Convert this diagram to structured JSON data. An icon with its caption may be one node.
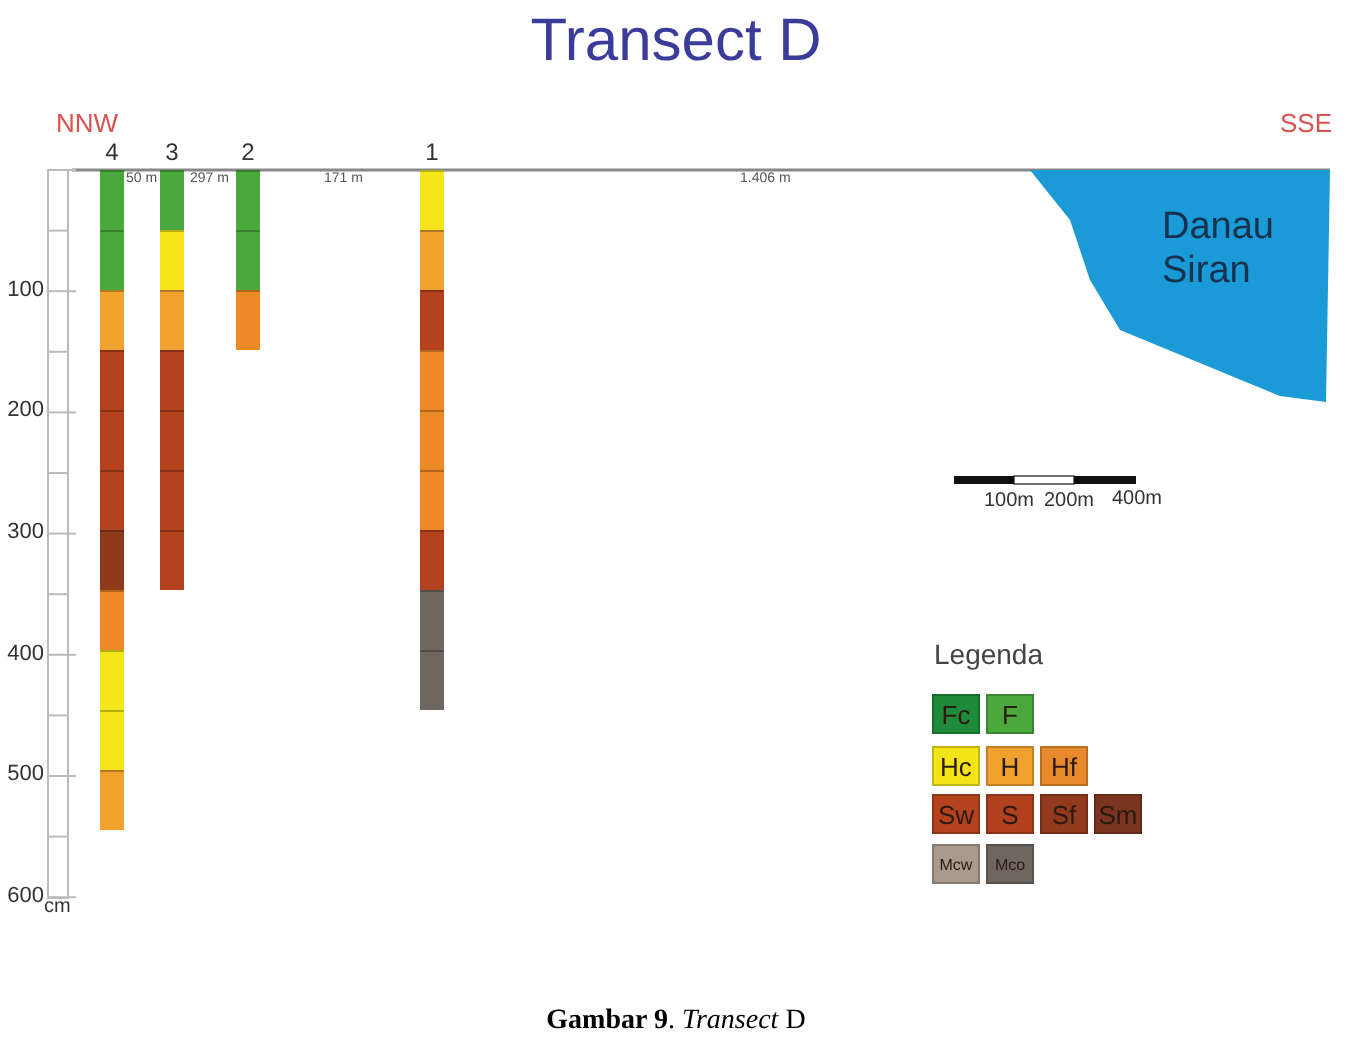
{
  "diagram": {
    "title": "Transect D",
    "caption": "**Gambar 9**. *Transect* D",
    "nodes": [
      {
        "text": [
          "4"
        ]
      },
      {
        "text": [
          "3"
        ]
      },
      {
        "text": [
          "2"
        ]
      },
      {
        "text": [
          "1"
        ]
      },
      {
        "text": [
          "Danau Siran"
        ]
      }
    ],
    "edges": [],
    "labels": [
      "NNW",
      "SSE",
      "50 m",
      "297 m",
      "171 m",
      "1.406 m",
      "100",
      "200",
      "300",
      "400",
      "500",
      "600",
      "cm",
      "100m",
      "200m",
      "400m",
      "Legenda"
    ],
    "legend": [
      {
        "text": "Fc",
        "color": "#1f8a3a"
      },
      {
        "text": "F",
        "color": "#4aa83c"
      },
      {
        "text": "Hc",
        "color": "#f2e419"
      },
      {
        "text": "H",
        "color": "#f0a12e"
      },
      {
        "text": "Hf",
        "color": "#e88a2c"
      },
      {
        "text": "Sw",
        "color": "#b5421f"
      },
      {
        "text": "S",
        "color": "#b0401e"
      },
      {
        "text": "Sf",
        "color": "#923a1e"
      },
      {
        "text": "Sm",
        "color": "#7a3420"
      },
      {
        "text": "Mcw",
        "color": "#a89a8e"
      },
      {
        "text": "Mco",
        "color": "#6f6660"
      }
    ]
  }
}
